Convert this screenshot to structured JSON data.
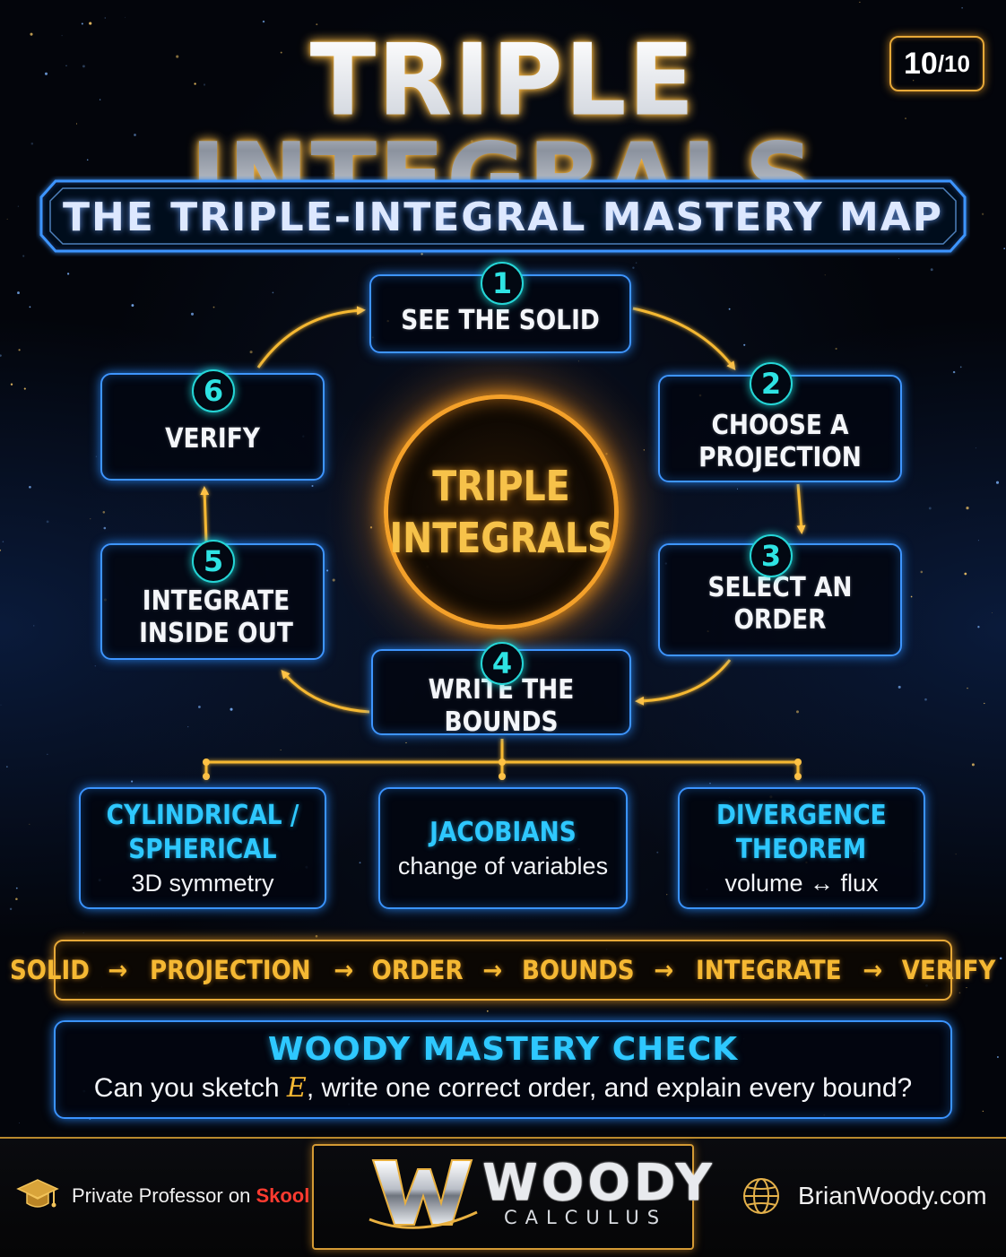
{
  "header": {
    "title": "TRIPLE INTEGRALS",
    "badge_num": "10",
    "badge_den": "/10",
    "banner": "THE TRIPLE-INTEGRAL MASTERY MAP"
  },
  "core": {
    "line1": "TRIPLE",
    "line2": "INTEGRALS"
  },
  "steps": [
    {
      "num": "1",
      "label": "SEE THE SOLID"
    },
    {
      "num": "2",
      "label": "CHOOSE A PROJECTION"
    },
    {
      "num": "3",
      "label": "SELECT AN ORDER"
    },
    {
      "num": "4",
      "label": "WRITE THE BOUNDS"
    },
    {
      "num": "5",
      "label": "INTEGRATE INSIDE OUT"
    },
    {
      "num": "6",
      "label": "VERIFY"
    }
  ],
  "topics": [
    {
      "title1": "CYLINDRICAL /",
      "title2": "SPHERICAL",
      "sub": "3D symmetry"
    },
    {
      "title1": "JACOBIANS",
      "title2": "",
      "sub": "change of variables"
    },
    {
      "title1": "DIVERGENCE",
      "title2": "THEOREM",
      "sub": "volume ↔ flux"
    }
  ],
  "flow": [
    "SOLID",
    "PROJECTION",
    "ORDER",
    "BOUNDS",
    "INTEGRATE",
    "VERIFY"
  ],
  "flow_arrow": "→",
  "check": {
    "title": "WOODY MASTERY CHECK",
    "q_before": "Can you sketch ",
    "q_var": "E",
    "q_after": ", write one correct order, and explain every bound?"
  },
  "footer": {
    "left_text": "Private Professor on ",
    "left_brand": "Skool",
    "logo_word": "WOODY",
    "logo_sub": "CALCULUS",
    "site": "BrianWoody.com"
  },
  "colors": {
    "gold": "#f5b833",
    "blue": "#2f8cff",
    "cyan": "#2ee3e3",
    "skool_red": "#ff3b30"
  },
  "icons": {
    "left": "graduation-cap-icon",
    "right": "globe-icon"
  }
}
